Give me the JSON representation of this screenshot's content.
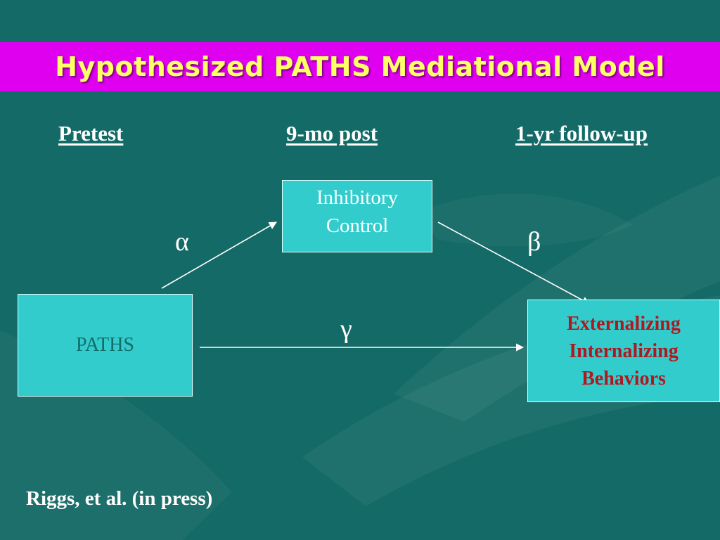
{
  "title": "Hypothesized PATHS Mediational Model",
  "columns": {
    "pretest": "Pretest",
    "post": "9-mo post",
    "followup": "1-yr follow-up"
  },
  "nodes": {
    "mediator": {
      "line1": "Inhibitory",
      "line2": "Control"
    },
    "predictor": {
      "label": "PATHS"
    },
    "outcome": {
      "line1": "Externalizing",
      "line2": "Internalizing",
      "line3": "Behaviors"
    }
  },
  "paths": {
    "alpha": "α",
    "beta": "β",
    "gamma": "γ"
  },
  "citation": "Riggs, et al. (in press)",
  "colors": {
    "background": "#146a66",
    "title_bar": "#e000f0",
    "title_text": "#ffff66",
    "box_fill": "#33cccc",
    "outcome_text": "#b01820",
    "predictor_text": "#116e6a"
  }
}
